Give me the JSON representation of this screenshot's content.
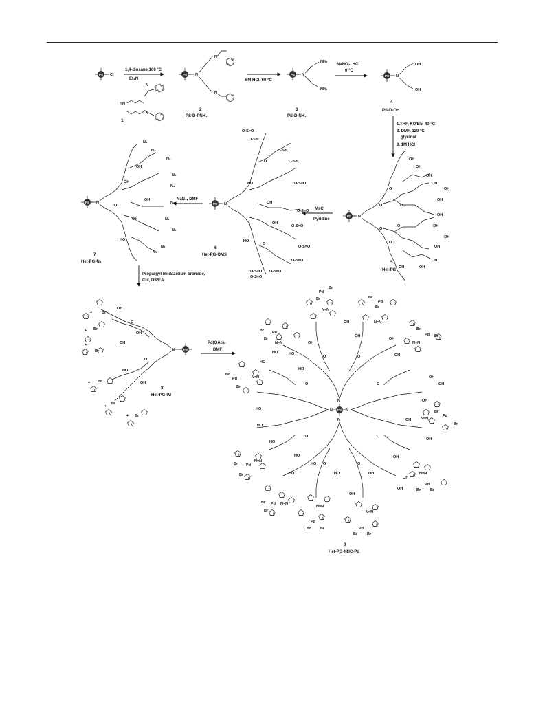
{
  "compounds": [
    {
      "id": "c1",
      "number": "1",
      "name": ""
    },
    {
      "id": "c2",
      "number": "2",
      "name": "PS-D-PNH₂"
    },
    {
      "id": "c3",
      "number": "3",
      "name": "PS-D-NH₂"
    },
    {
      "id": "c4",
      "number": "4",
      "name": "PS-D-OH"
    },
    {
      "id": "c5",
      "number": "5",
      "name": "Het-PG"
    },
    {
      "id": "c6",
      "number": "6",
      "name": "Het-PG-OMS"
    },
    {
      "id": "c7",
      "number": "7",
      "name": "Het-PG-N₃"
    },
    {
      "id": "c8",
      "number": "8",
      "name": "Het-PG-IM"
    },
    {
      "id": "c9",
      "number": "9",
      "name": "Het-PG-NHC-Pd"
    }
  ],
  "reagents": {
    "step1_top": "1,4-dioxane,100 °C",
    "step1_bottom": "Et₃N",
    "step2": "6M HCl, 60 °C",
    "step3_top": "NaNO₂, HCl",
    "step3_bottom": "0 °C",
    "step4_line1": "1.THF, KOᵗBu, 40 °C",
    "step4_line2": "2. DMF, 120 °C",
    "step4_line3": "glycidol",
    "step4_line4": "3. 1M HCl",
    "step5_top": "MsCl",
    "step5_bottom": "Pyridine",
    "step6": "NaN₃, DMF",
    "step7_line1": "Propargyl imidazolium bromide,",
    "step7_line2": "CuI, DIPEA",
    "step8_top": "Pd(OAc)₂",
    "step8_bottom": "DMF"
  },
  "atoms": {
    "core": "PS",
    "cl": "Cl",
    "n": "N",
    "hn": "HN",
    "nh2": "NH₂",
    "oh": "OH",
    "ho": "HO",
    "o": "O",
    "n3": "N₃",
    "oms": "O-S=O",
    "br": "Br",
    "pd": "Pd",
    "nnn": "N=N",
    "plus": "+"
  }
}
